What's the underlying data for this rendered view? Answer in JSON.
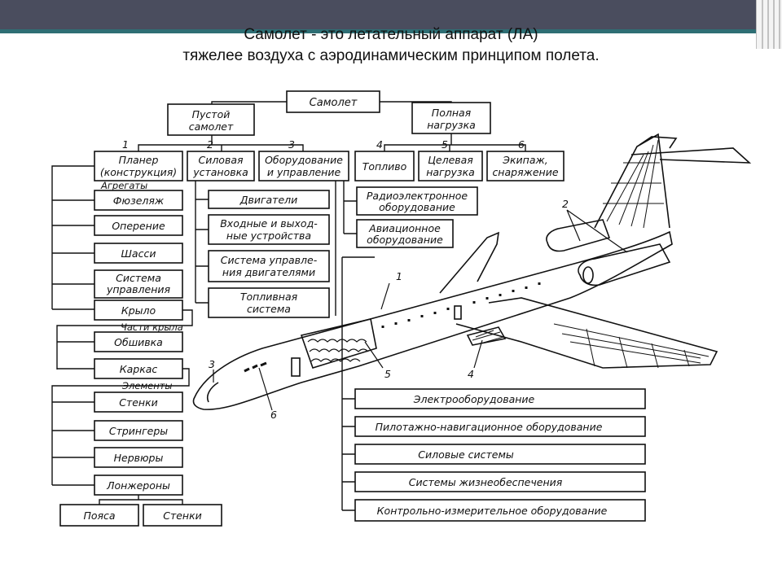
{
  "slide": {
    "title_line1": "Самолет - это летательный аппарат (ЛА)",
    "title_line2": "тяжелее воздуха с аэродинамическим принципом полета."
  },
  "diagram": {
    "root": "Самолет",
    "empty_plane": [
      "Пустой",
      "самолет"
    ],
    "payload": [
      "Полная",
      "нагрузка"
    ],
    "numbers": [
      "1",
      "2",
      "3",
      "4",
      "5",
      "6"
    ],
    "airframe": [
      "Планер",
      "(конструкция)"
    ],
    "powerplant": [
      "Силовая",
      "установка"
    ],
    "equipment_control": [
      "Оборудование",
      "и управление"
    ],
    "fuel": "Топливо",
    "target_load": [
      "Целевая",
      "нагрузка"
    ],
    "crew": [
      "Экипаж,",
      "снаряжение"
    ],
    "units_label": "Агрегаты",
    "units": [
      [
        "Фюзеляж"
      ],
      [
        "Оперение"
      ],
      [
        "Шасси"
      ],
      [
        "Система",
        "управления"
      ],
      [
        "Крыло"
      ]
    ],
    "wing_parts_label": "Части крыла",
    "wing_parts": [
      "Обшивка",
      "Каркас"
    ],
    "elements_label": "Элементы",
    "elements": [
      "Стенки",
      "Стрингеры",
      "Нервюры",
      "Лонжероны"
    ],
    "spar_parts": [
      "Пояса",
      "Стенки"
    ],
    "power_items": [
      [
        "Двигатели"
      ],
      [
        "Входные и выход-",
        "ные устройства"
      ],
      [
        "Система управле-",
        "ния двигателями"
      ],
      [
        "Топливная",
        "система"
      ]
    ],
    "avionics": [
      [
        "Радиоэлектронное",
        "оборудование"
      ],
      [
        "Авиационное",
        "оборудование"
      ]
    ],
    "systems": [
      "Электрооборудование",
      "Пилотажно-навигационное оборудование",
      "Силовые системы",
      "Системы жизнеобеспечения",
      "Контрольно-измерительное оборудование"
    ],
    "callouts": [
      "1",
      "2",
      "3",
      "4",
      "5",
      "6"
    ]
  }
}
